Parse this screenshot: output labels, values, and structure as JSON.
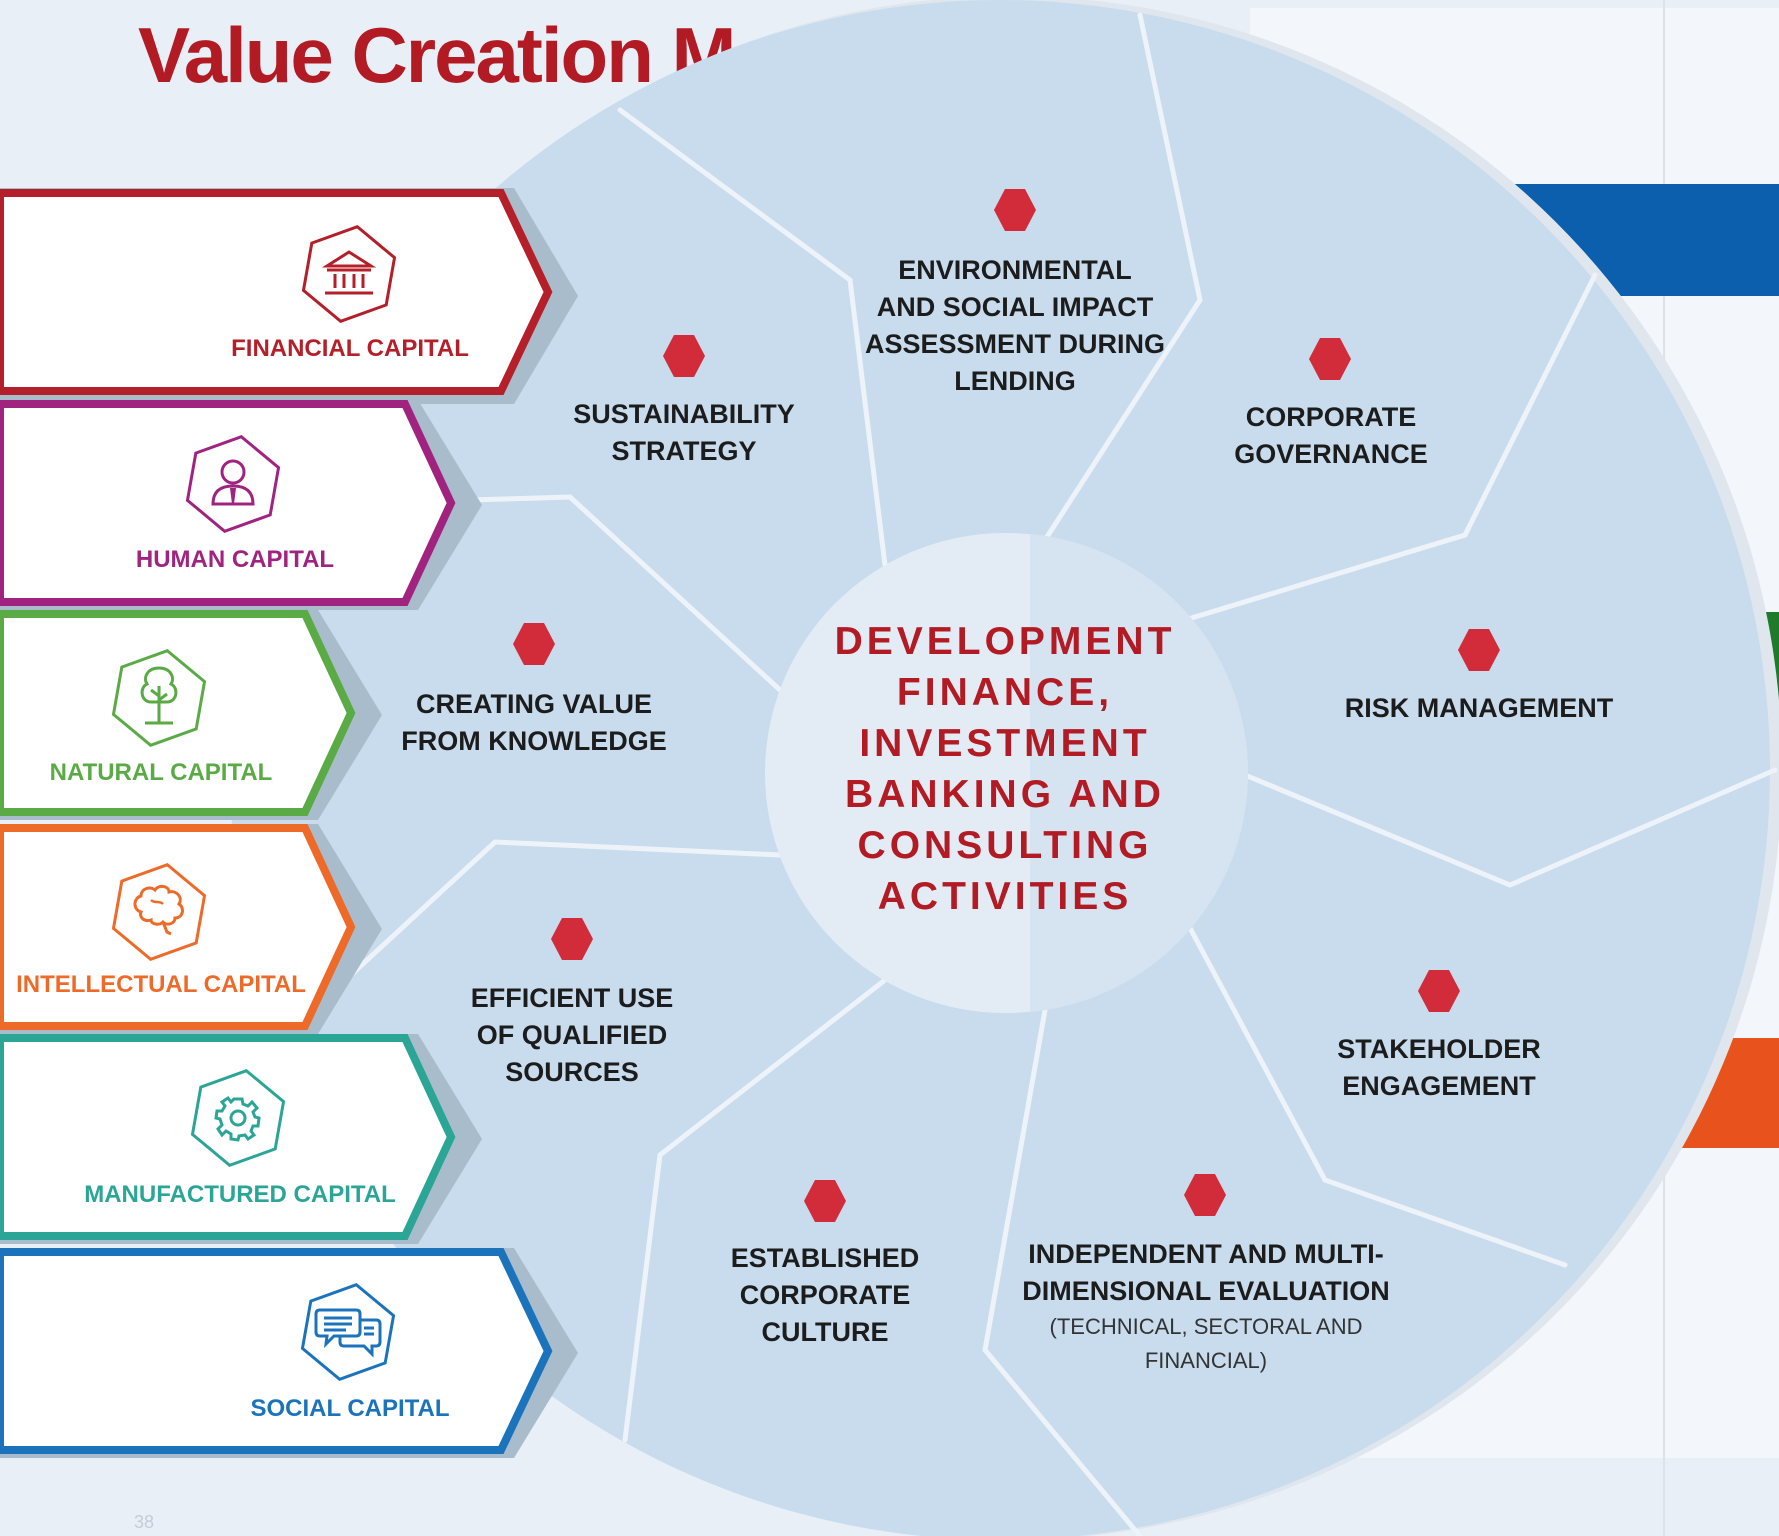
{
  "page": {
    "title": "Value Creation Model",
    "page_number": "38"
  },
  "center": {
    "text": "DEVELOPMENT FINANCE, INVESTMENT BANKING AND CONSULTING ACTIVITIES"
  },
  "capitals": [
    {
      "label": "FINANCIAL CAPITAL",
      "color": "#b41f29",
      "icon": "bank-icon"
    },
    {
      "label": "HUMAN CAPITAL",
      "color": "#a0247f",
      "icon": "person-icon"
    },
    {
      "label": "NATURAL CAPITAL",
      "color": "#5aaa46",
      "icon": "tree-icon"
    },
    {
      "label": "INTELLECTUAL CAPITAL",
      "color": "#ee6a28",
      "icon": "brain-icon"
    },
    {
      "label": "MANUFACTURED CAPITAL",
      "color": "#2aa596",
      "icon": "gear-icon"
    },
    {
      "label": "SOCIAL CAPITAL",
      "color": "#1a73bb",
      "icon": "chat-bubbles-icon"
    }
  ],
  "activities": [
    {
      "lines": [
        "ENVIRONMENTAL",
        "AND SOCIAL IMPACT",
        "ASSESSMENT DURING",
        "LENDING"
      ],
      "sub": []
    },
    {
      "lines": [
        "SUSTAINABILITY",
        "STRATEGY"
      ],
      "sub": []
    },
    {
      "lines": [
        "CORPORATE",
        "GOVERNANCE"
      ],
      "sub": []
    },
    {
      "lines": [
        "CREATING VALUE",
        "FROM KNOWLEDGE"
      ],
      "sub": []
    },
    {
      "lines": [
        "RISK MANAGEMENT"
      ],
      "sub": []
    },
    {
      "lines": [
        "EFFICIENT USE",
        "OF QUALIFIED",
        "SOURCES"
      ],
      "sub": []
    },
    {
      "lines": [
        "STAKEHOLDER",
        "ENGAGEMENT"
      ],
      "sub": []
    },
    {
      "lines": [
        "ESTABLISHED",
        "CORPORATE",
        "CULTURE"
      ],
      "sub": []
    },
    {
      "lines": [
        "INDEPENDENT AND MULTI-",
        "DIMENSIONAL EVALUATION"
      ],
      "sub": [
        "(TECHNICAL, SECTORAL AND",
        "FINANCIAL)"
      ]
    }
  ],
  "colors": {
    "title": "#b31b24",
    "marker": "#d22b3a",
    "wheel": "#c8dcee",
    "background": "#e8eff7",
    "right_bands": [
      "#0b5fad",
      "#1f7a2a",
      "#e8521c"
    ]
  }
}
